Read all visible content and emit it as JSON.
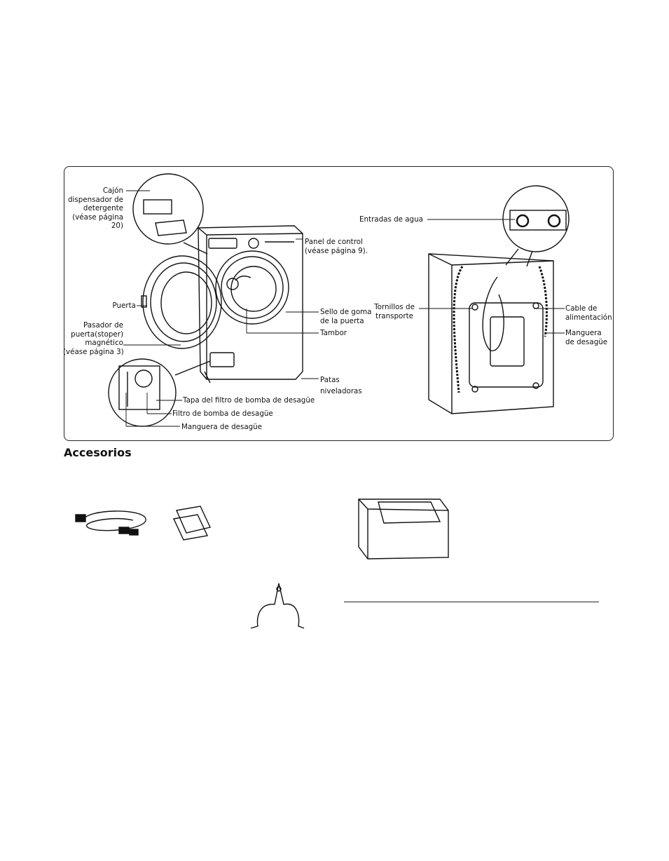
{
  "diagram": {
    "labels": {
      "detergent_drawer": [
        "Cajón",
        "dispensador de",
        "detergente",
        "(véase página",
        "20)"
      ],
      "control_panel": [
        "Panel de control",
        "(véase página 9)."
      ],
      "door": "Puerta",
      "door_stopper": [
        "Pasador de",
        "puerta(stoper)",
        "magnético",
        "(véase página 3)"
      ],
      "door_seal": [
        "Sello de goma",
        "de la puerta"
      ],
      "drum": "Tambor",
      "leveling_feet": [
        "Patas",
        "niveladoras"
      ],
      "filter_cover": "Tapa del filtro de bomba de desagüe",
      "filter": "Filtro de bomba de desagüe",
      "drain_hose_front": "Manguera de desagüe",
      "water_inlets": "Entradas de agua",
      "transport_bolts": [
        "Tornillos de",
        "transporte"
      ],
      "power_cord": [
        "Cable de",
        "alimentación"
      ],
      "drain_hose_back": [
        "Manguera",
        "de desagüe"
      ]
    }
  },
  "accessories": {
    "heading": "Accesorios",
    "items": [
      "inlet-hoses",
      "protection-pads",
      "pedestal",
      "elbow-bracket"
    ]
  }
}
